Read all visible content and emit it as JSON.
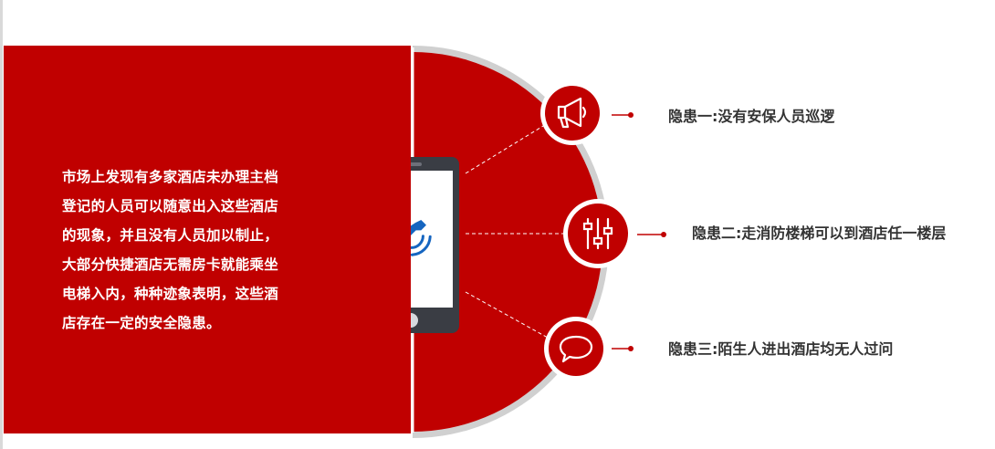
{
  "panel": {
    "lines": [
      "市场上发现有多家酒店未办理主档",
      "登记的人员可以随意出入这些酒店",
      "的现象，并且没有人员加以制止，",
      "大部分快捷酒店无需房卡就能乘坐",
      "电梯入内，种种迹象表明，这些酒",
      "店存在一定的安全隐患。"
    ]
  },
  "items": [
    {
      "label": "隐患一:没有安保人员巡逻",
      "icon": "megaphone-icon"
    },
    {
      "label": "隐患二:走消防楼梯可以到酒店任一楼层",
      "icon": "sliders-icon"
    },
    {
      "label": "隐患三:陌生人进出酒店均无人过问",
      "icon": "chat-bubble-icon"
    }
  ],
  "phone_icon": "phone-call-icon",
  "colors": {
    "brand_red": "#c00000",
    "ring_gray": "#d6d6d6",
    "phone_dark": "#3a3d44",
    "phone_icon_blue": "#1565c0",
    "text_dark": "#333333"
  }
}
